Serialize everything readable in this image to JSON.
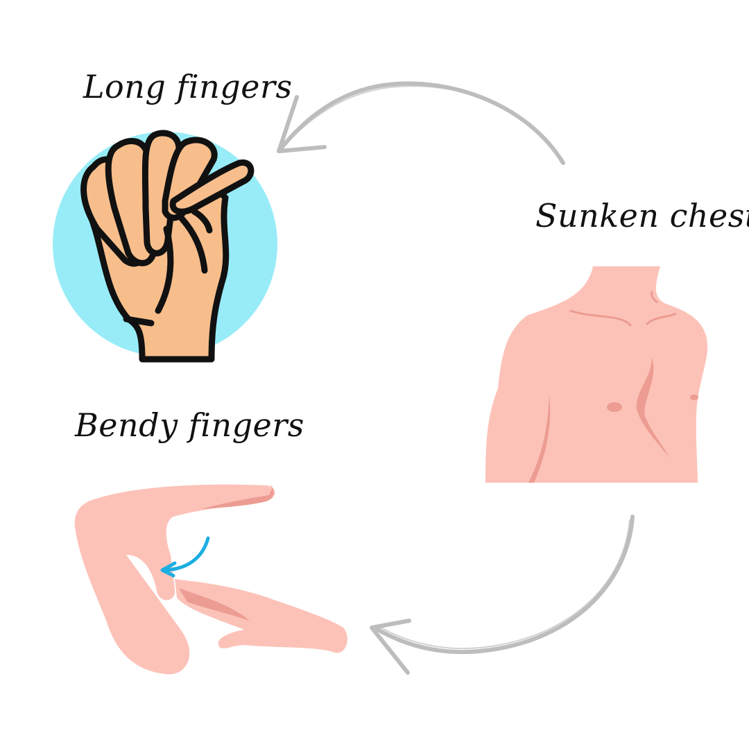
{
  "labels": {
    "long_fingers": "Long fingers",
    "sunken_chest": "Sunken chest",
    "bendy_fingers": "Bendy fingers"
  },
  "colors": {
    "circle": "#98ECF8",
    "fist_skin": "#F7BE8B",
    "outline": "#111111",
    "skin": "#FCC2B8",
    "skin_shade": "#EC9C92",
    "arrow_grey": "#BDBDBD",
    "bend_arrow": "#1BAEE3"
  },
  "icons": {
    "fist": "clenched-fist-icon",
    "chest": "torso-chest-icon",
    "hand": "bent-fingers-hand-icon",
    "cycle_arrow": "curved-arrow-icon"
  }
}
